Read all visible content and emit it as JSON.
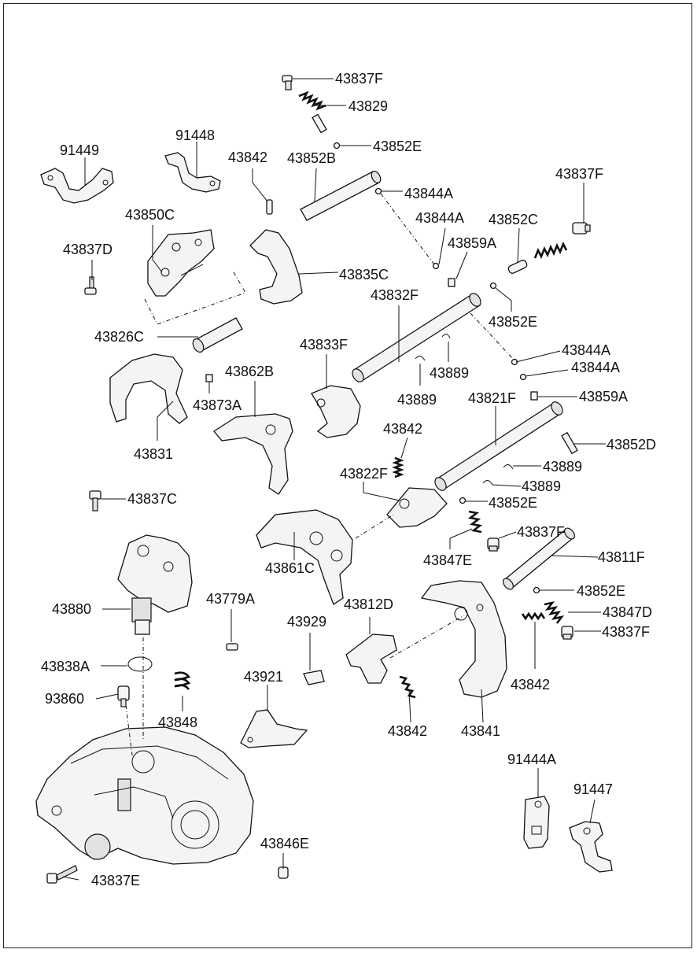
{
  "diagram": {
    "labels": [
      "43837F",
      "43829",
      "43852E",
      "91448",
      "91449",
      "43842",
      "43852B",
      "43844A",
      "43837F",
      "43844A",
      "43852C",
      "43850C",
      "43837D",
      "43859A",
      "43835C",
      "43832F",
      "43852E",
      "43826C",
      "43833F",
      "43844A",
      "43889",
      "43844A",
      "43862B",
      "43889",
      "43821F",
      "43859A",
      "43873A",
      "43831",
      "43842",
      "43852D",
      "43822F",
      "43889",
      "43837C",
      "43889",
      "43852E",
      "43837F",
      "43847E",
      "43861C",
      "43811F",
      "43852E",
      "43880",
      "43779A",
      "43812D",
      "43847D",
      "43929",
      "43837F",
      "43838A",
      "43842",
      "43921",
      "93860",
      "43848",
      "43842",
      "43841",
      "91444A",
      "91447",
      "43846E",
      "43837E"
    ]
  }
}
